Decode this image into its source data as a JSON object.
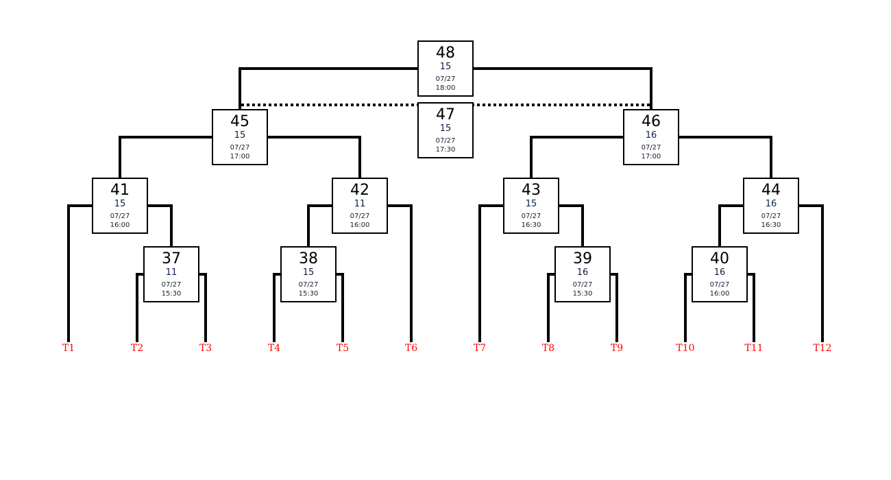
{
  "matches": {
    "m48": {
      "id": "48",
      "score": "15",
      "date": "07/27",
      "time": "18:00"
    },
    "m47": {
      "id": "47",
      "score": "15",
      "date": "07/27",
      "time": "17:30"
    },
    "m45": {
      "id": "45",
      "score": "15",
      "date": "07/27",
      "time": "17:00"
    },
    "m46": {
      "id": "46",
      "score": "16",
      "date": "07/27",
      "time": "17:00"
    },
    "m41": {
      "id": "41",
      "score": "15",
      "date": "07/27",
      "time": "16:00"
    },
    "m42": {
      "id": "42",
      "score": "11",
      "date": "07/27",
      "time": "16:00"
    },
    "m43": {
      "id": "43",
      "score": "15",
      "date": "07/27",
      "time": "16:30"
    },
    "m44": {
      "id": "44",
      "score": "16",
      "date": "07/27",
      "time": "16:30"
    },
    "m37": {
      "id": "37",
      "score": "11",
      "date": "07/27",
      "time": "15:30"
    },
    "m38": {
      "id": "38",
      "score": "15",
      "date": "07/27",
      "time": "15:30"
    },
    "m39": {
      "id": "39",
      "score": "16",
      "date": "07/27",
      "time": "15:30"
    },
    "m40": {
      "id": "40",
      "score": "16",
      "date": "07/27",
      "time": "16:00"
    }
  },
  "teams": [
    "T1",
    "T2",
    "T3",
    "T4",
    "T5",
    "T6",
    "T7",
    "T8",
    "T9",
    "T10",
    "T11",
    "T12"
  ],
  "colors": {
    "team_label": "#ff0000",
    "line": "#000000"
  }
}
